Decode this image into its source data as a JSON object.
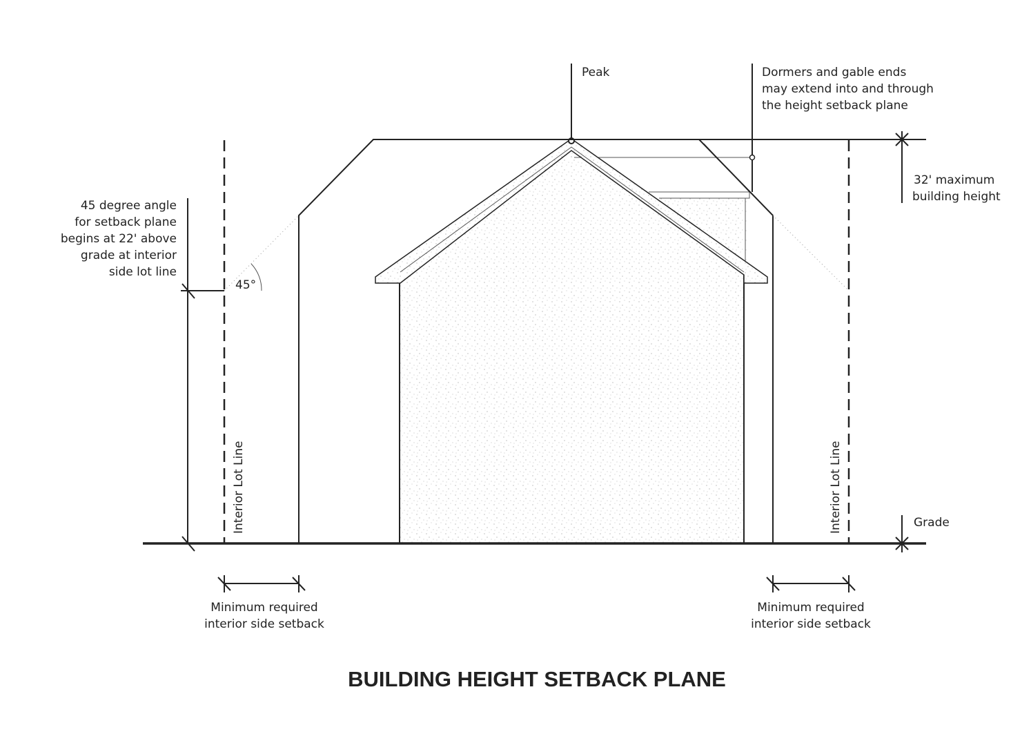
{
  "title": "BUILDING HEIGHT SETBACK PLANE",
  "labels": {
    "peak": "Peak",
    "dormers_line1": "Dormers and gable ends",
    "dormers_line2": "may extend into and through",
    "dormers_line3": "the height setback plane",
    "max_height_line1": "32' maximum",
    "max_height_line2": "building height",
    "angle_line1": "45 degree angle",
    "angle_line2": "for setback plane",
    "angle_line3": "begins at 22' above",
    "angle_line4": "grade at interior",
    "angle_line5": "side lot line",
    "angle_value": "45°",
    "lot_line_left": "Interior Lot Line",
    "lot_line_right": "Interior Lot Line",
    "grade": "Grade",
    "setback_left_line1": "Minimum required",
    "setback_left_line2": "interior side setback",
    "setback_right_line1": "Minimum required",
    "setback_right_line2": "interior side setback"
  }
}
